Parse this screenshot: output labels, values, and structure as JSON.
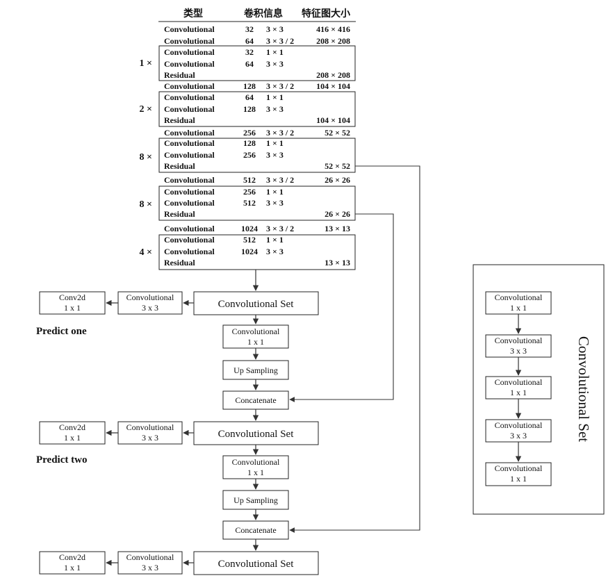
{
  "table": {
    "headers": {
      "type": "类型",
      "conv_info": "卷积信息",
      "feature_size": "特征图大小"
    },
    "rows": [
      {
        "type": "Convolutional",
        "filters": "32",
        "size": "3 × 3",
        "output": "416 × 416"
      },
      {
        "type": "Convolutional",
        "filters": "64",
        "size": "3 × 3 / 2",
        "output": "208 × 208"
      },
      {
        "type": "Convolutional",
        "filters": "32",
        "size": "1 × 1",
        "output": ""
      },
      {
        "type": "Convolutional",
        "filters": "64",
        "size": "3 × 3",
        "output": ""
      },
      {
        "type": "Residual",
        "filters": "",
        "size": "",
        "output": "208 × 208"
      },
      {
        "type": "Convolutional",
        "filters": "128",
        "size": "3 × 3 / 2",
        "output": "104 × 104"
      },
      {
        "type": "Convolutional",
        "filters": "64",
        "size": "1 × 1",
        "output": ""
      },
      {
        "type": "Convolutional",
        "filters": "128",
        "size": "3 × 3",
        "output": ""
      },
      {
        "type": "Residual",
        "filters": "",
        "size": "",
        "output": "104 × 104"
      },
      {
        "type": "Convolutional",
        "filters": "256",
        "size": "3 × 3 / 2",
        "output": "52 × 52"
      },
      {
        "type": "Convolutional",
        "filters": "128",
        "size": "1 × 1",
        "output": ""
      },
      {
        "type": "Convolutional",
        "filters": "256",
        "size": "3 × 3",
        "output": ""
      },
      {
        "type": "Residual",
        "filters": "",
        "size": "",
        "output": "52 × 52"
      },
      {
        "type": "Convolutional",
        "filters": "512",
        "size": "3 × 3 / 2",
        "output": "26 × 26"
      },
      {
        "type": "Convolutional",
        "filters": "256",
        "size": "1 × 1",
        "output": ""
      },
      {
        "type": "Convolutional",
        "filters": "512",
        "size": "3 × 3",
        "output": ""
      },
      {
        "type": "Residual",
        "filters": "",
        "size": "",
        "output": "26 × 26"
      },
      {
        "type": "Convolutional",
        "filters": "1024",
        "size": "3 × 3 / 2",
        "output": "13 × 13"
      },
      {
        "type": "Convolutional",
        "filters": "512",
        "size": "1 × 1",
        "output": ""
      },
      {
        "type": "Convolutional",
        "filters": "1024",
        "size": "3 × 3",
        "output": ""
      },
      {
        "type": "Residual",
        "filters": "",
        "size": "",
        "output": "13 × 13"
      }
    ],
    "groups": [
      {
        "multiplier": "1 ×"
      },
      {
        "multiplier": "2 ×"
      },
      {
        "multiplier": "8 ×"
      },
      {
        "multiplier": "8 ×"
      },
      {
        "multiplier": "4 ×"
      }
    ]
  },
  "flow": {
    "conv_set": "Convolutional  Set",
    "conv1x1": [
      "Convolutional",
      "1 x 1"
    ],
    "conv3x3": [
      "Convolutional",
      "3 x 3"
    ],
    "conv2d": [
      "Conv2d",
      "1 x 1"
    ],
    "upsampling": "Up Sampling",
    "concatenate": "Concatenate",
    "predict_one": "Predict one",
    "predict_two": "Predict two"
  },
  "legend": {
    "title": "Convolutional Set",
    "blocks": [
      [
        "Convolutional",
        "1 x 1"
      ],
      [
        "Convolutional",
        "3 x 3"
      ],
      [
        "Convolutional",
        "1 x 1"
      ],
      [
        "Convolutional",
        "3 x 3"
      ],
      [
        "Convolutional",
        "1 x 1"
      ]
    ]
  }
}
